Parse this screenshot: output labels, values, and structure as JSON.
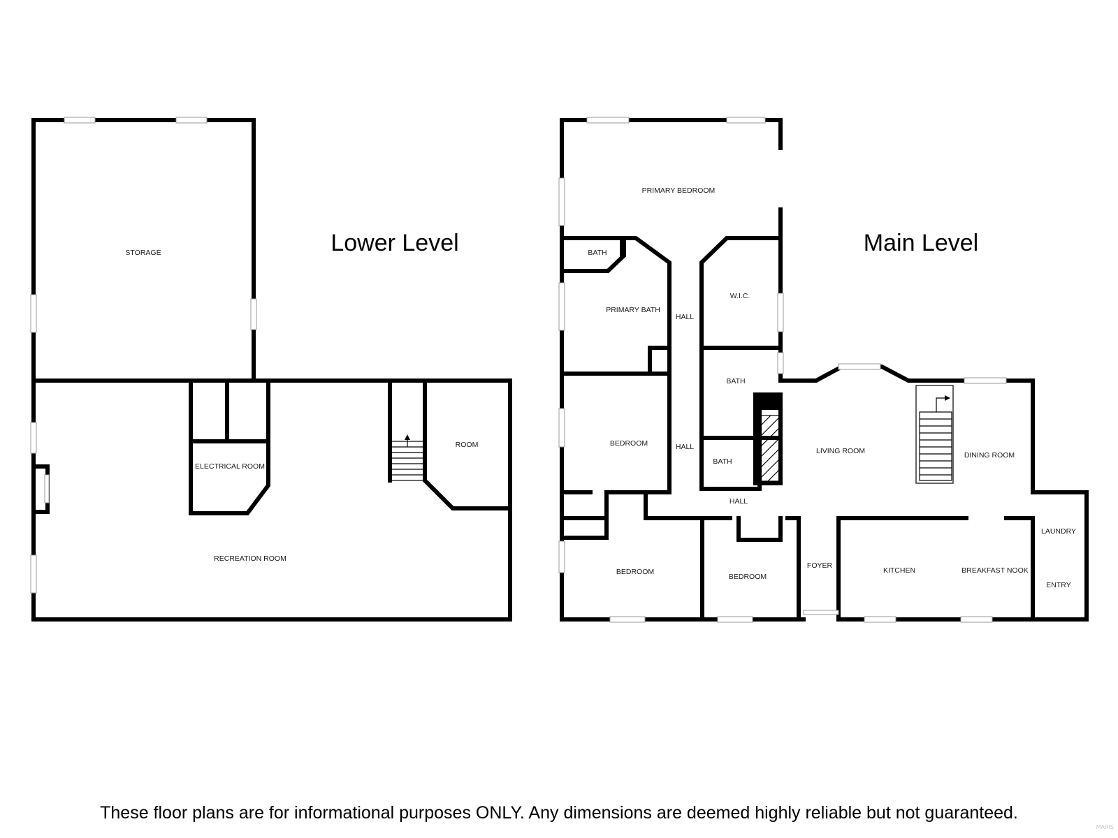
{
  "lower_level": {
    "title": "Lower Level",
    "rooms": {
      "storage": "STORAGE",
      "electrical_room": "ELECTRICAL ROOM",
      "room": "ROOM",
      "recreation_room": "RECREATION ROOM"
    }
  },
  "main_level": {
    "title": "Main Level",
    "rooms": {
      "primary_bedroom": "PRIMARY BEDROOM",
      "bath_small": "BATH",
      "primary_bath": "PRIMARY BATH",
      "hall_upper": "HALL",
      "wic": "W.I.C.",
      "bath_upper": "BATH",
      "bedroom_left": "BEDROOM",
      "hall_middle": "HALL",
      "bath_lower": "BATH",
      "living_room": "LIVING ROOM",
      "dining_room": "DINING ROOM",
      "hall_lower": "HALL",
      "laundry": "LAUNDRY",
      "bedroom_bottom_left": "BEDROOM",
      "bedroom_bottom_mid": "BEDROOM",
      "foyer": "FOYER",
      "kitchen": "KITCHEN",
      "breakfast_nook": "BREAKFAST NOOK",
      "entry": "ENTRY"
    }
  },
  "disclaimer": "These floor plans are for informational purposes ONLY. Any dimensions are deemed highly reliable but not guaranteed.",
  "watermark": "MARIS"
}
